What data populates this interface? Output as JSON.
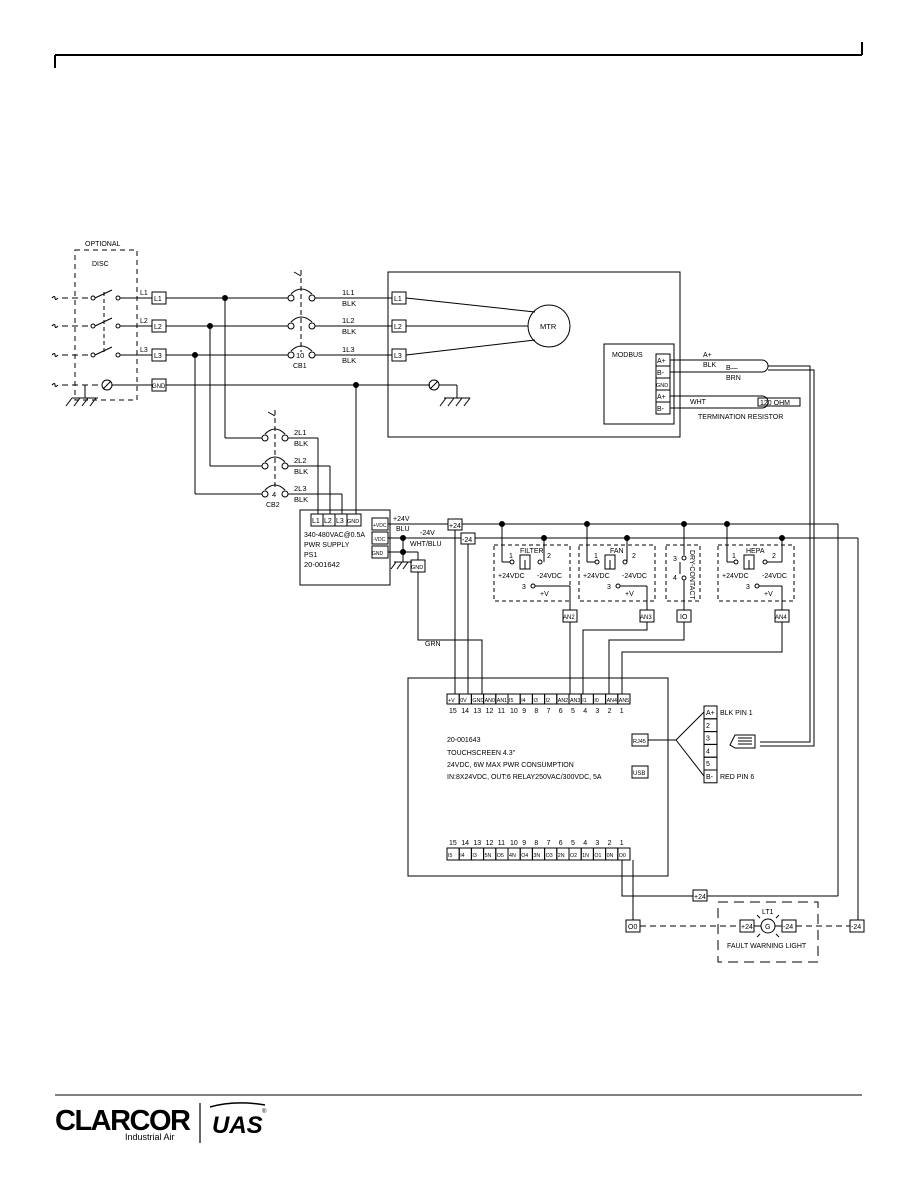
{
  "labels": {
    "optional": "OPTIONAL",
    "disc": "DISC",
    "l1": "L1",
    "l2": "L2",
    "l3": "L3",
    "gnd": "GND",
    "l1l1": "1L1",
    "l1l2": "1L2",
    "l1l3": "1L3",
    "blk": "BLK",
    "brn": "BRN",
    "wht": "WHT",
    "blu": "BLU",
    "grn": "GRN",
    "whtblu": "WHT/BLU",
    "cb1_num": "10",
    "cb1": "CB1",
    "cb2_num": "4",
    "cb2": "CB2",
    "l2l1": "2L1",
    "l2l2": "2L2",
    "l2l3": "2L3",
    "mtr": "MTR",
    "modbus": "MODBUS",
    "ap": "A+",
    "bm": "B-",
    "bminus": "B—",
    "ohm": "120 OHM",
    "term": "TERMINATION RESISTOR",
    "ps_spec": "340-480VAC@0.5A",
    "ps_name": "PWR SUPPLY",
    "ps_id": "PS1",
    "ps_part": "20-001642",
    "vdc_p": "+VDC",
    "vdc_m": "-VDC",
    "p24v": "+24V",
    "m24v": "-24V",
    "p24": "+24",
    "m24": "-24",
    "filter": "FILTER",
    "fan": "FAN",
    "hepa": "HEPA",
    "dry": "DRY-CONTACT",
    "n1": "1",
    "n2": "2",
    "n3": "3",
    "n4": "4",
    "p24vdc": "+24VDC",
    "m24vdc": "-24VDC",
    "pv": "+V",
    "an2": "AN2",
    "an3": "AN3",
    "an4": "AN4",
    "io": "IO",
    "ts_part": "20-001643",
    "ts_name": "TOUCHSCREEN 4.3\"",
    "ts_power": "24VDC, 6W MAX PWR CONSUMPTION",
    "ts_io": "IN:8X24VDC, OUT:6 RELAY250VAC/300VDC, 5A",
    "rj45": "RJ45",
    "usb": "USB",
    "blk_pin": "BLK PIN 1",
    "red_pin": "RED PIN 6",
    "o0": "O0",
    "lt1": "LT1",
    "g": "G",
    "fault": "FAULT WARNING LIGHT"
  },
  "top_terminals": [
    "+V",
    "0V",
    "GND",
    "AN0",
    "AN1",
    "I5",
    "I4",
    "I3",
    "I2",
    "AN2",
    "AN3",
    "I1",
    "I0",
    "AN4",
    "AN5"
  ],
  "top_numbers": [
    "15",
    "14",
    "13",
    "12",
    "11",
    "10",
    "9",
    "8",
    "7",
    "6",
    "5",
    "4",
    "3",
    "2",
    "1"
  ],
  "bottom_numbers": [
    "15",
    "14",
    "13",
    "12",
    "11",
    "10",
    "9",
    "8",
    "7",
    "6",
    "5",
    "4",
    "3",
    "2",
    "1"
  ],
  "bottom_terminals": [
    "I5",
    "I4",
    "I3",
    "5N",
    "O5",
    "4N",
    "O4",
    "3N",
    "O3",
    "2N",
    "O2",
    "1N",
    "O1",
    "0N",
    "O0"
  ],
  "rj_pins": [
    "A+",
    "2",
    "3",
    "4",
    "5",
    "B-"
  ],
  "logo": {
    "brand": "CLARCOR",
    "sub": "Industrial Air",
    "uas": "UAS",
    "reg": "®"
  }
}
